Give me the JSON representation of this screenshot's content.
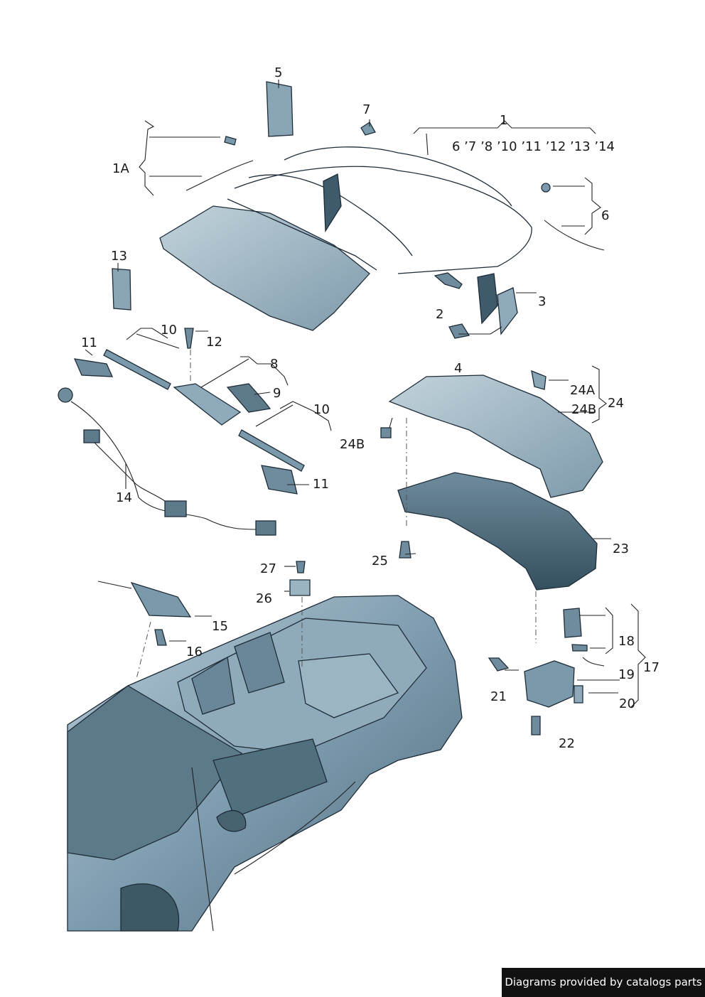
{
  "labels": {
    "p1": "1",
    "p1_years": "6 ’7 ’8 ’10 ’11 ’12 ’13 ’14",
    "p1A": "1A",
    "p2": "2",
    "p3": "3",
    "p4": "4",
    "p5": "5",
    "p6": "6",
    "p7": "7",
    "p8": "8",
    "p9": "9",
    "p10a": "10",
    "p10b": "10",
    "p11a": "11",
    "p11b": "11",
    "p12": "12",
    "p13": "13",
    "p14": "14",
    "p15": "15",
    "p16": "16",
    "p17": "17",
    "p18": "18",
    "p19": "19",
    "p20": "20",
    "p21": "21",
    "p22": "22",
    "p23": "23",
    "p24": "24",
    "p24A": "24A",
    "p24B_a": "24B",
    "p24B_b": "24B",
    "p25": "25",
    "p26": "26",
    "p27": "27"
  },
  "credit": "Diagrams provided by catalogs parts",
  "colors": {
    "part_fill": "#7a99ab",
    "part_light": "#a9c0cd",
    "part_dark": "#3e5a6b",
    "outline": "#1e2c38"
  }
}
